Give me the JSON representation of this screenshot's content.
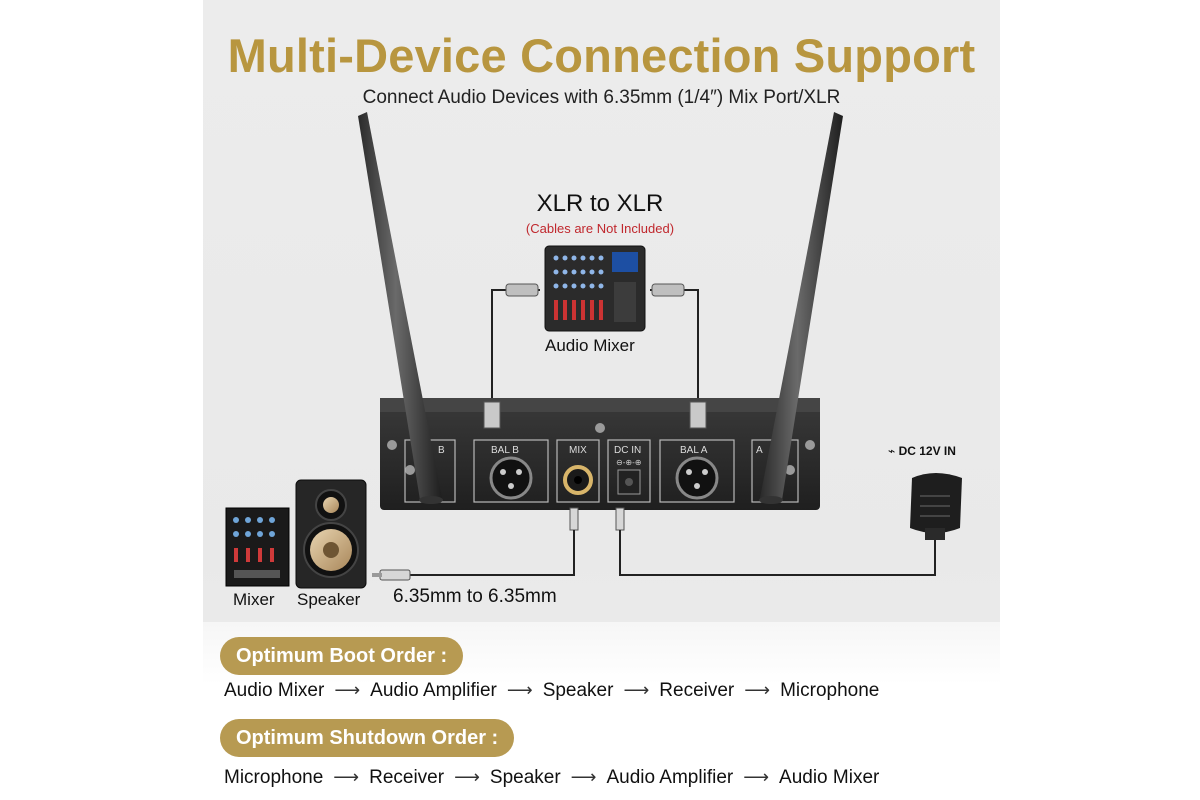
{
  "title": "Multi-Device Connection Support",
  "subtitle": "Connect Audio Devices with 6.35mm (1/4″) Mix Port/XLR",
  "xlr": {
    "title": "XLR to XLR",
    "note": "(Cables are Not Included)"
  },
  "labels": {
    "audio_mixer": "Audio Mixer",
    "mixer": "Mixer",
    "speaker": "Speaker",
    "cable": "6.35mm to 6.35mm",
    "dc_in": "DC 12V IN"
  },
  "ports": {
    "bal_b": "BAL B",
    "mix": "MIX",
    "dc_in": "DC IN",
    "bal_a": "BAL A",
    "edge_left": "B",
    "edge_right": "A"
  },
  "boot": {
    "heading": "Optimum Boot Order :",
    "steps": [
      "Audio Mixer",
      "Audio Amplifier",
      "Speaker",
      "Receiver",
      "Microphone"
    ]
  },
  "shutdown": {
    "heading": "Optimum Shutdown Order :",
    "steps": [
      "Microphone",
      "Receiver",
      "Speaker",
      "Audio Amplifier",
      "Audio Mixer"
    ]
  },
  "icons": [
    "antenna-icon",
    "audio-mixer-icon",
    "dj-mixer-icon",
    "speaker-icon",
    "power-adapter-icon",
    "xlr-port-icon",
    "jack-port-icon",
    "dc-port-icon"
  ],
  "colors": {
    "accent": "#b8963f",
    "pill": "#b79a52",
    "note_red": "#c0272d"
  }
}
